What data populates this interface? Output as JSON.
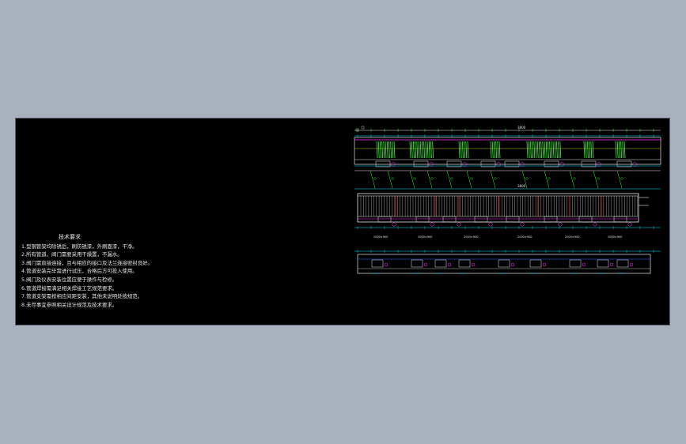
{
  "drawing": {
    "notes_title": "技术要求",
    "notes": [
      "1.型钢管架均除锈后，刷防锈漆，外刷面漆，干净。",
      "2.所有管道、阀门需要采用干燥置，不漏水。",
      "3.阀门需直接连接，且与相应的接口及法兰连接密封良好。",
      "4.管道安装完毕需进行试压，合格后方可投入使用。",
      "5.阀门及仪表安装位置应便于操作与检修。",
      "6.管道焊接需满足相关焊接工艺规范要求。",
      "7.管道支架需按相应间距安装，其他未说明处按规范。",
      "8.未尽事宜参照相关设计规范及技术要求。"
    ],
    "dimensions": {
      "overall_top": "3800",
      "overall_front": "3800",
      "section_labels": [
        "2000×900",
        "2000×900",
        "2000×900",
        "2000×900",
        "2000×900",
        "2000×900"
      ]
    },
    "colors": {
      "viewport_bg": "#000000",
      "page_bg": "#a9b1bd",
      "line_white": "#e6e6e6",
      "line_cyan": "#00e5ff",
      "line_green": "#33ff33",
      "line_magenta": "#ff33ff",
      "line_yellow": "#ffff33",
      "line_red": "#ff3333",
      "line_blue": "#3366ff"
    }
  }
}
